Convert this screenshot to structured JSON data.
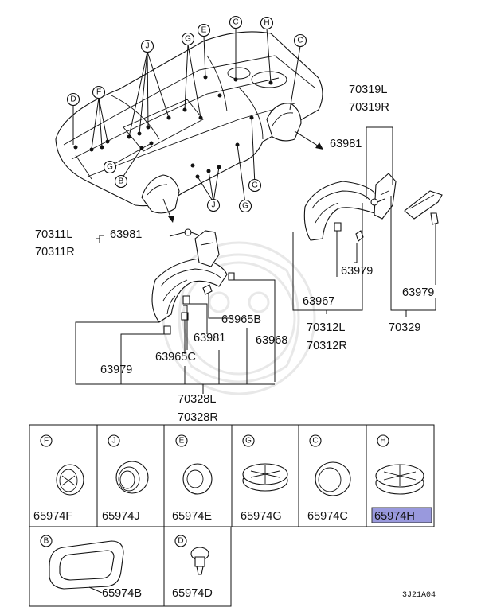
{
  "labels": {
    "part_70319L": "70319L",
    "part_70319R": "70319R",
    "part_63981_right": "63981",
    "part_70311L": "70311L",
    "part_70311R": "70311R",
    "part_63981_left": "63981",
    "part_63979_a": "63979",
    "part_63979_b": "63979",
    "part_63967": "63967",
    "part_70312L": "70312L",
    "part_70312R": "70312R",
    "part_70329": "70329",
    "part_63965B": "63965B",
    "part_63981_mid": "63981",
    "part_63968": "63968",
    "part_63979_c": "63979",
    "part_63965C": "63965C",
    "part_70328L": "70328L",
    "part_70328R": "70328R"
  },
  "callouts": {
    "D": "D",
    "F": "F",
    "J": "J",
    "G": "G",
    "E": "E",
    "C": "C",
    "H": "H",
    "B": "B"
  },
  "plugs": [
    {
      "letter": "F",
      "code": "65974F"
    },
    {
      "letter": "J",
      "code": "65974J"
    },
    {
      "letter": "E",
      "code": "65974E"
    },
    {
      "letter": "G",
      "code": "65974G"
    },
    {
      "letter": "C",
      "code": "65974C"
    },
    {
      "letter": "H",
      "code": "65974H",
      "highlighted": true
    },
    {
      "letter": "B",
      "code": "65974B"
    },
    {
      "letter": "D",
      "code": "65974D"
    }
  ],
  "diagram_code": "3J21A04",
  "colors": {
    "highlight": "#9999dd",
    "line": "#111111"
  }
}
